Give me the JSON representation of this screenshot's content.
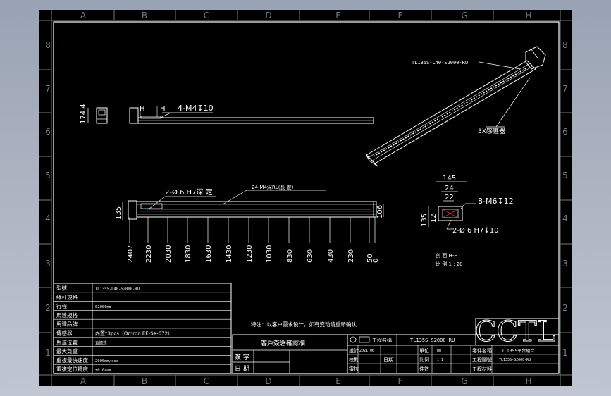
{
  "zones": {
    "top_letters": [
      "A",
      "B",
      "C",
      "D",
      "E",
      "F",
      "G",
      "H"
    ],
    "side_numbers": [
      "8",
      "7",
      "6",
      "5",
      "4",
      "3",
      "2",
      "1"
    ]
  },
  "views": {
    "top": {
      "h_label_left": "H",
      "h_label_right": "H",
      "tap_callout": "4-M4↧10",
      "side_dim": "174.4"
    },
    "iso": {
      "model_label": "TL135S-L40-S2000-RU",
      "sensor_note": "3X感應器"
    },
    "front": {
      "hole_callout": "2-Ø 6 H7深 定",
      "slot_callout": "24-M4深RL(長 度)",
      "height_dim": "135",
      "right_dim": "106",
      "positions": [
        "2407",
        "2230",
        "2030",
        "1830",
        "1630",
        "1430",
        "1230",
        "1030",
        "830",
        "630",
        "430",
        "230",
        "50",
        "0"
      ]
    },
    "section": {
      "w145": "145",
      "w24": "24",
      "w22": "22",
      "h135": "135",
      "h12": "12",
      "tap_callout": "8-M6↧12",
      "pin_callout": "2-Ø 6  H7↧10",
      "caption_line1": "剖 面 H-H",
      "caption_line2": "比 例 1 : 20"
    }
  },
  "note": "特注：以客户需求设计，如有变动请重新确认",
  "spec_table": [
    {
      "label": "型號",
      "value": "TL135S-L40-S2000-RU"
    },
    {
      "label": "絲杆規格",
      "value": ""
    },
    {
      "label": "行程",
      "value": "S2000mm"
    },
    {
      "label": "馬達規格",
      "value": ""
    },
    {
      "label": "馬達品牌",
      "value": ""
    },
    {
      "label": "傳感器",
      "value": "內置*3pcs（Omron EE-SX-672）"
    },
    {
      "label": "馬達位置",
      "value": "直連式"
    },
    {
      "label": "最大負重",
      "value": ""
    },
    {
      "label": "重複最快速度",
      "value": "2000mm/sec"
    },
    {
      "label": "重複定位精度",
      "value": "±0.04mm"
    }
  ],
  "confirm": {
    "title": "客戶簽署確認欄",
    "sign_label": "簽 字",
    "date_label": "日 期"
  },
  "title_block": {
    "project_label": "工程名稱",
    "project_value": "TL135S-S2000-RU",
    "design_label": "設計",
    "design_value": "2021.06",
    "check_label": "校對",
    "check_date_label": "日期",
    "approve_label": "審核",
    "unit_label": "單位",
    "unit_value": "mm",
    "scale_label": "比例",
    "scale_value": "1:1",
    "qty_label": "件數",
    "part_name_label": "零件名稱",
    "part_name_value": "TL135S平台組合",
    "drawing_no_label": "工程圖號",
    "drawing_no_value": "TL135S-S2000-RU",
    "material_label": "工程材料",
    "logo": "CCTL"
  }
}
